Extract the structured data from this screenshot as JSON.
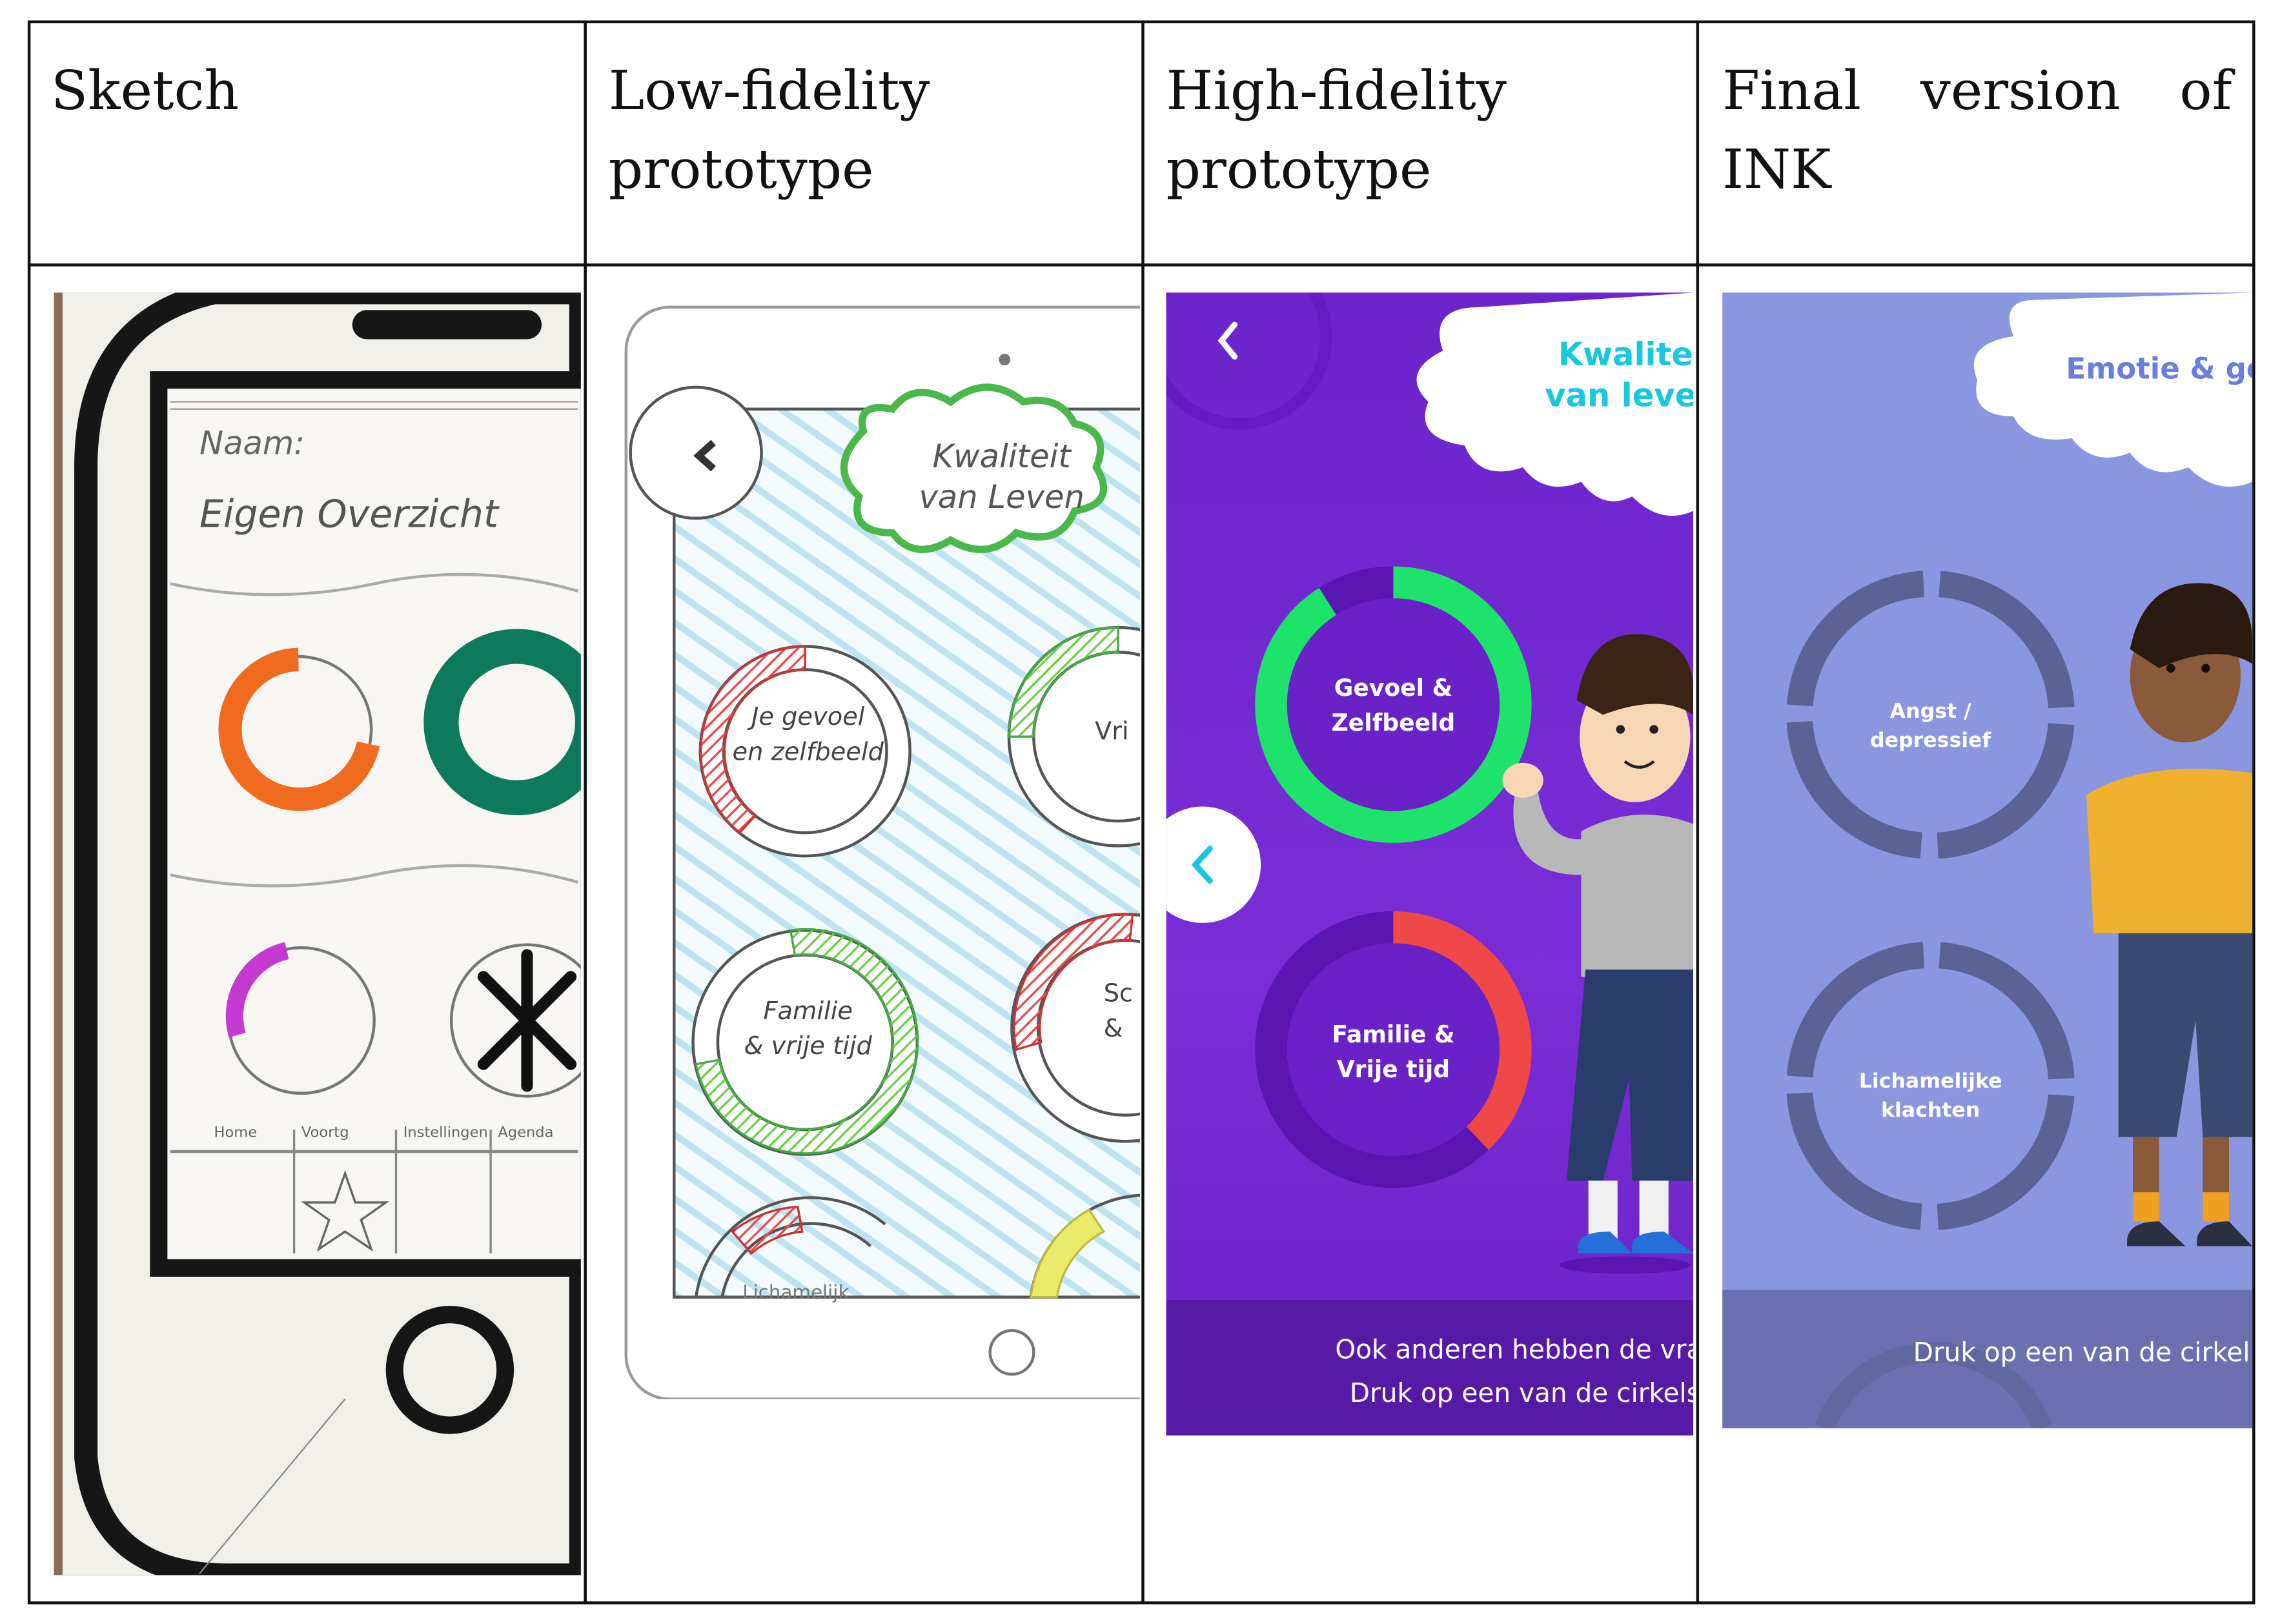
{
  "table": {
    "headers": [
      {
        "line1": "Sketch",
        "line2": ""
      },
      {
        "line1": "Low-fidelity",
        "line2": "prototype"
      },
      {
        "line1": "High-fidelity",
        "line2": "prototype"
      },
      {
        "line1": "Final version of",
        "line2": "INK"
      }
    ]
  },
  "sketch": {
    "naam_label": "Naam:",
    "title": "Eigen Overzicht",
    "nav": [
      "Home",
      "Voortg",
      "Instellingen",
      "Agenda"
    ]
  },
  "lofi": {
    "cloud": "Kwaliteit van Leven",
    "cloud_line1": "Kwaliteit",
    "cloud_line2": "van Leven",
    "ring1_line1": "Je gevoel",
    "ring1_line2": "en zelfbeeld",
    "ring2_line1": "Familie",
    "ring2_line2": "& vrije tijd",
    "ring3_partial": "Vri",
    "ring4_partial": "Sc",
    "ring4_partial2": "& ",
    "ring5_partial": "Lichamelijk"
  },
  "hifi": {
    "cloud_line1": "Kwaliteit",
    "cloud_line2": "van leven",
    "ring1_line1": "Gevoel &",
    "ring1_line2": "Zelfbeeld",
    "ring2_line1": "Familie &",
    "ring2_line2": "Vrije tijd",
    "footer_line1": "Ook anderen hebben de vrag",
    "footer_line2": "Druk op een van de cirkels",
    "colors": {
      "bg": "#6a1fd0",
      "ring_green": "#1ee36a",
      "ring_red": "#f04848",
      "cloud_text": "#18c7e0"
    }
  },
  "final": {
    "cloud_line1": "Emotie & ge",
    "ring1_line1": "Angst /",
    "ring1_line2": "depressief",
    "ring2_line1": "Lichamelijke",
    "ring2_line2": "klachten",
    "footer": "Druk op een van de cirkel",
    "colors": {
      "bg": "#8a96e0",
      "ring": "#5a6296",
      "cloud_text": "#6a7de0",
      "shirt": "#f0b030"
    }
  }
}
